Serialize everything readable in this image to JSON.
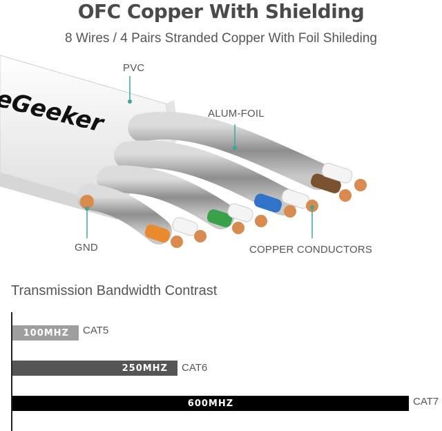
{
  "header": {
    "title": "OFC Copper With Shielding",
    "subtitle": "8 Wires / 4 Pairs Stranded Copper With Foil Shileding"
  },
  "illustration": {
    "brand_text": "eGeeker",
    "labels": {
      "pvc": "PVC",
      "alum_foil": "ALUM-FOIL",
      "gnd": "GND",
      "copper_conductors": "COPPER CONDUCTORS"
    },
    "colors": {
      "jacket": "#f2f2f2",
      "foil": "#9a9a9a",
      "copper": "#d98a4e",
      "label_line": "#3aa79a",
      "pair_orange": "#e98a2d",
      "pair_green": "#3aa14b",
      "pair_blue": "#2f74c8",
      "pair_brown": "#7a5230"
    }
  },
  "chart_data": {
    "type": "bar",
    "title": "Transmission Bandwidth Contrast",
    "categories": [
      "CAT5",
      "CAT6",
      "CAT7"
    ],
    "value_labels": [
      "100MHZ",
      "250MHZ",
      "600MHZ"
    ],
    "values": [
      100,
      250,
      600
    ],
    "unit": "MHZ",
    "colors": [
      "#9e9e9e",
      "#555555",
      "#000000"
    ]
  }
}
